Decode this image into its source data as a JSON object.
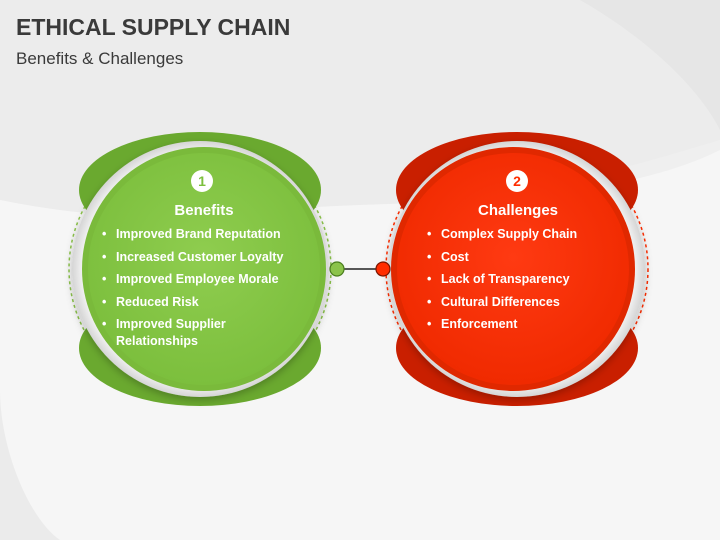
{
  "title": "ETHICAL SUPPLY CHAIN",
  "subtitle": "Benefits & Challenges",
  "cards": [
    {
      "number": "1",
      "heading": "Benefits",
      "color": "#8bc34a",
      "items": [
        "Improved Brand Reputation",
        "Increased Customer Loyalty",
        "Improved Employee Morale",
        "Reduced Risk",
        "Improved Supplier Relationships"
      ]
    },
    {
      "number": "2",
      "heading": "Challenges",
      "color": "#ff2d00",
      "items": [
        "Complex Supply Chain",
        "Cost",
        "Lack of Transparency",
        "Cultural Differences",
        "Enforcement"
      ]
    }
  ]
}
